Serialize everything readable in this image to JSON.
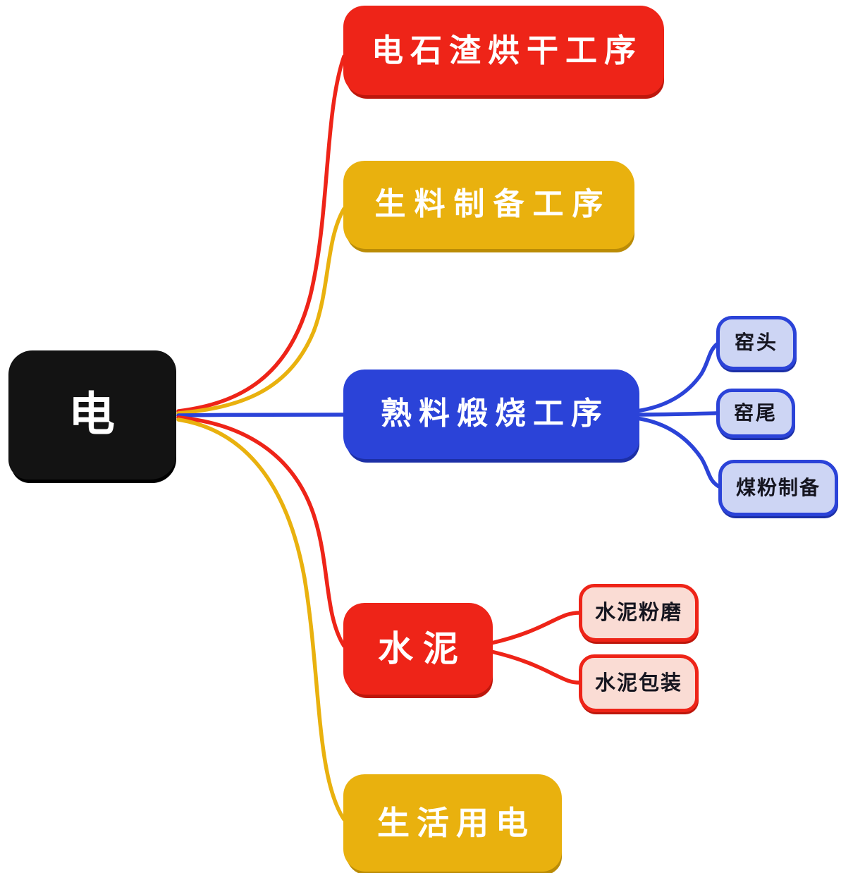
{
  "colors": {
    "red": "#ee2418",
    "yellow": "#e9b10e",
    "blue": "#2b43d8",
    "black": "#131313",
    "lavender": "#cdd5f4",
    "pink": "#fadcd4"
  },
  "diagram": {
    "root": {
      "label": "电"
    },
    "branches": [
      {
        "label": "电石渣烘干工序"
      },
      {
        "label": "生料制备工序"
      },
      {
        "label": "熟料煅烧工序",
        "children": [
          {
            "label": "窑头"
          },
          {
            "label": "窑尾"
          },
          {
            "label": "煤粉制备"
          }
        ]
      },
      {
        "label": "水泥",
        "children": [
          {
            "label": "水泥粉磨"
          },
          {
            "label": "水泥包装"
          }
        ]
      },
      {
        "label": "生活用电"
      }
    ]
  }
}
